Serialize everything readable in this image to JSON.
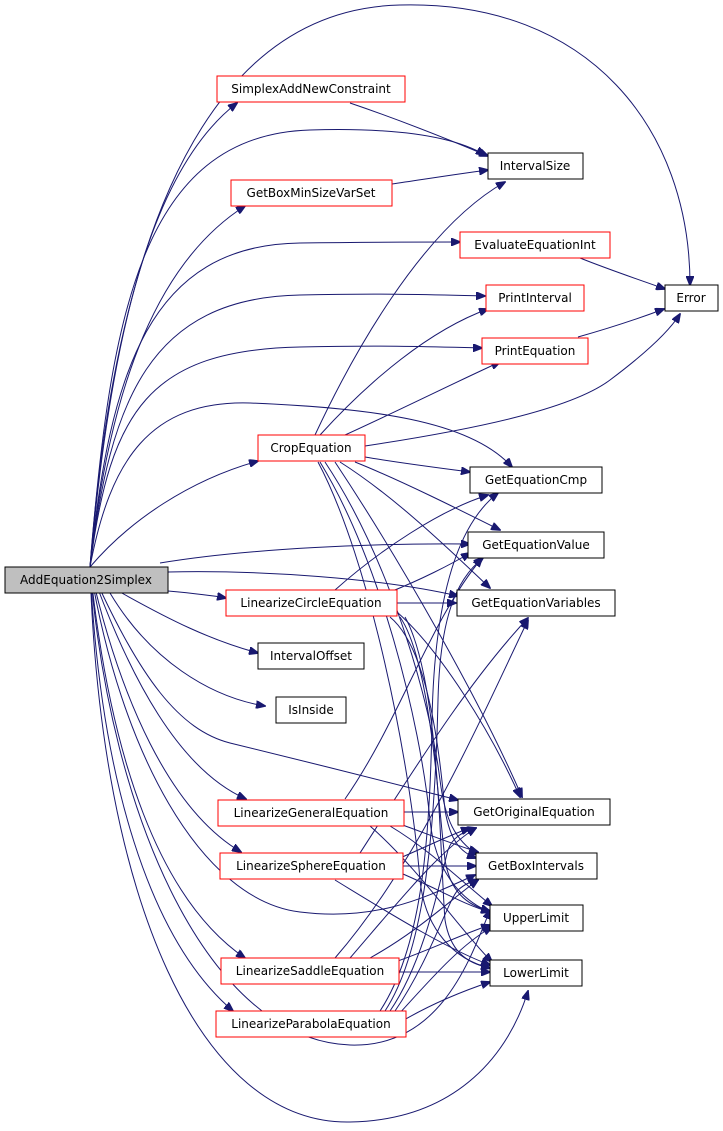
{
  "colors": {
    "edge": "#191970",
    "node_border_default": "#000000",
    "node_border_incomplete": "#ff0000",
    "root_fill": "#bfbfbf",
    "node_fill": "#ffffff"
  },
  "nodes": {
    "root": "AddEquation2Simplex",
    "simplex_add": "SimplexAddNewConstraint",
    "get_box_min": "GetBoxMinSizeVarSet",
    "interval_size": "IntervalSize",
    "evaluate_eq": "EvaluateEquationInt",
    "error": "Error",
    "print_interval": "PrintInterval",
    "print_eq": "PrintEquation",
    "crop_eq": "CropEquation",
    "get_eq_cmp": "GetEquationCmp",
    "get_eq_value": "GetEquationValue",
    "lin_circle": "LinearizeCircleEquation",
    "get_eq_vars": "GetEquationVariables",
    "interval_offset": "IntervalOffset",
    "is_inside": "IsInside",
    "lin_general": "LinearizeGeneralEquation",
    "get_orig_eq": "GetOriginalEquation",
    "lin_sphere": "LinearizeSphereEquation",
    "get_box_int": "GetBoxIntervals",
    "upper_limit": "UpperLimit",
    "lin_saddle": "LinearizeSaddleEquation",
    "lower_limit": "LowerLimit",
    "lin_parabola": "LinearizeParabolaEquation"
  }
}
